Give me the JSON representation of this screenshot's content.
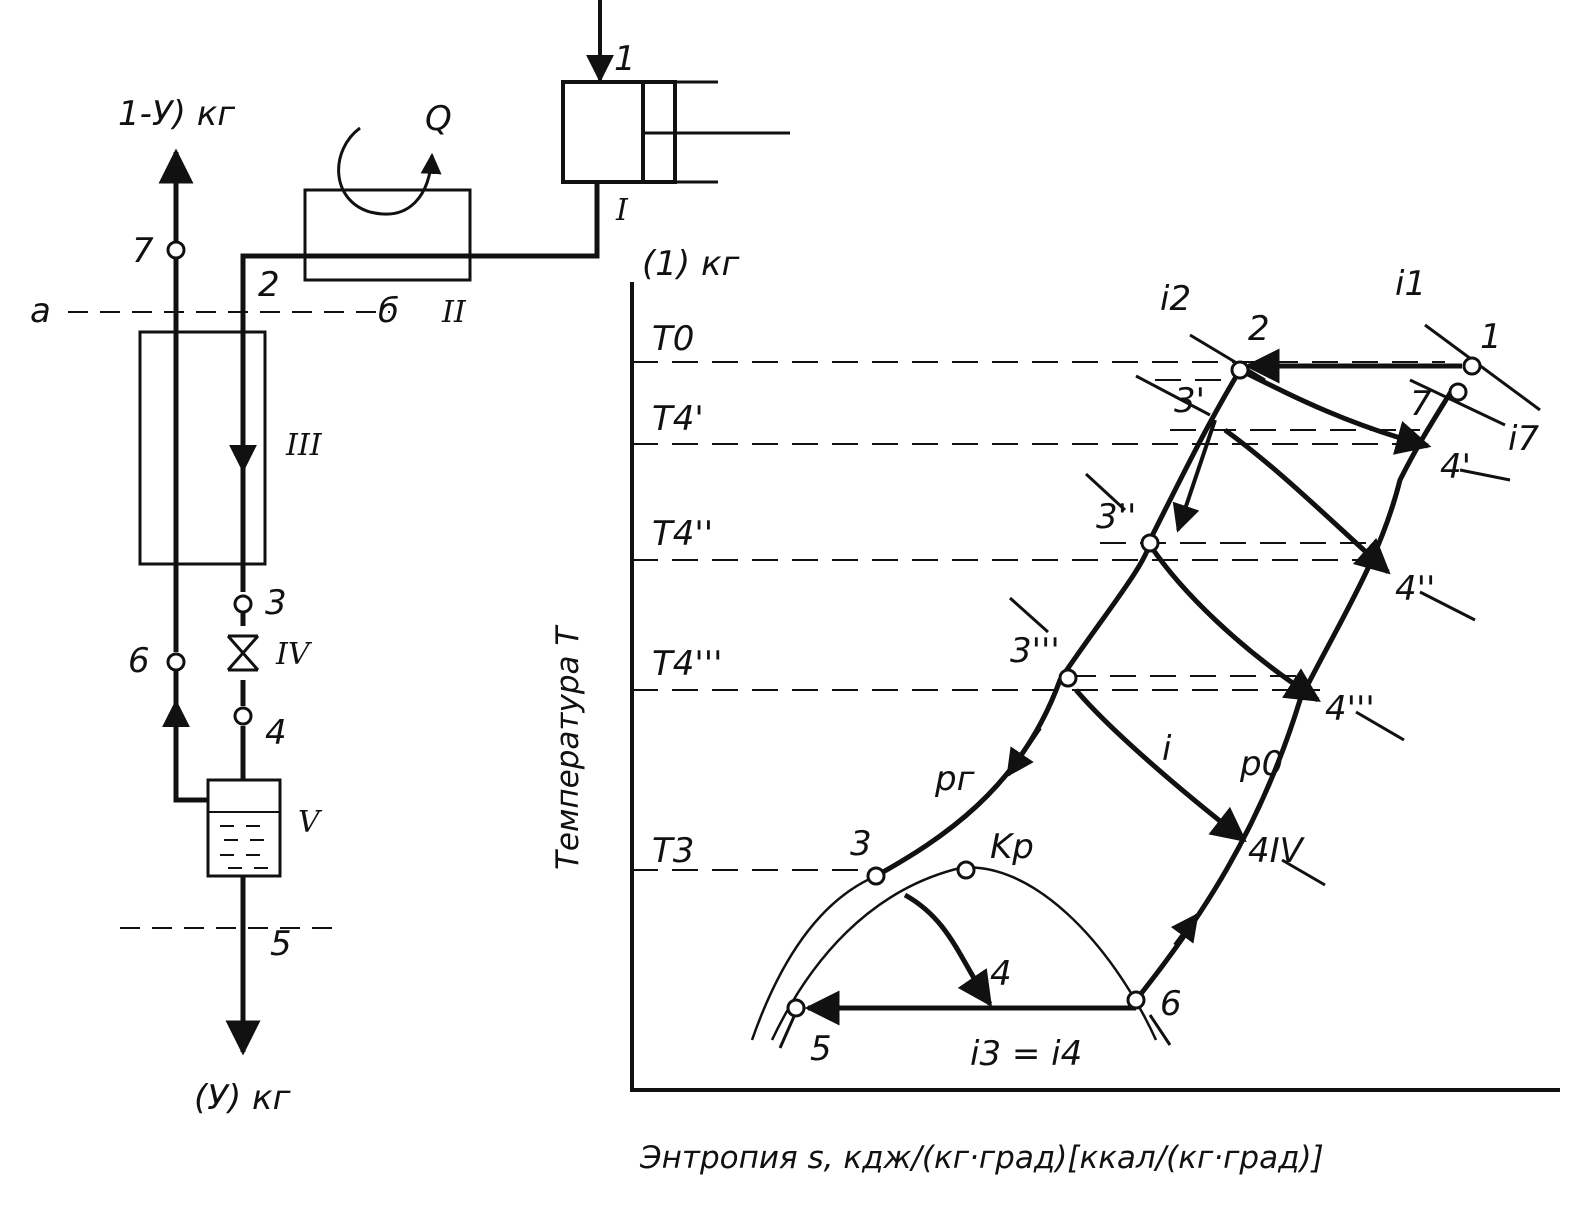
{
  "scheme": {
    "flow_top_label": "1-У) кг",
    "flow_in_label": "(1) кг",
    "flow_bottom_label": "(У) кг",
    "heat_label": "Q",
    "section_a": "а",
    "section_b": "б",
    "points": [
      "1",
      "2",
      "3",
      "4",
      "5",
      "6",
      "7"
    ],
    "apparatus": [
      "I",
      "II",
      "III",
      "IV",
      "V"
    ]
  },
  "ts_diagram": {
    "y_axis_label": "Температура T",
    "x_axis_label": "Энтропия s, кдж/(кг·град)[ккал/(кг·град)]",
    "temperature_levels": [
      "T0",
      "T4'",
      "T4''",
      "T4'''",
      "T3"
    ],
    "enthalpy_labels": {
      "i1": "i1",
      "i2": "i2",
      "i7": "i7",
      "i": "i",
      "i3_i4": "i3 = i4"
    },
    "pressure_labels": {
      "p_high": "pг",
      "p_low": "p0"
    },
    "critical_point": "Kp",
    "state_points": [
      "1",
      "2",
      "7",
      "3'",
      "3''",
      "3'''",
      "3",
      "4'",
      "4''",
      "4'''",
      "4IV",
      "4",
      "5",
      "6"
    ]
  }
}
